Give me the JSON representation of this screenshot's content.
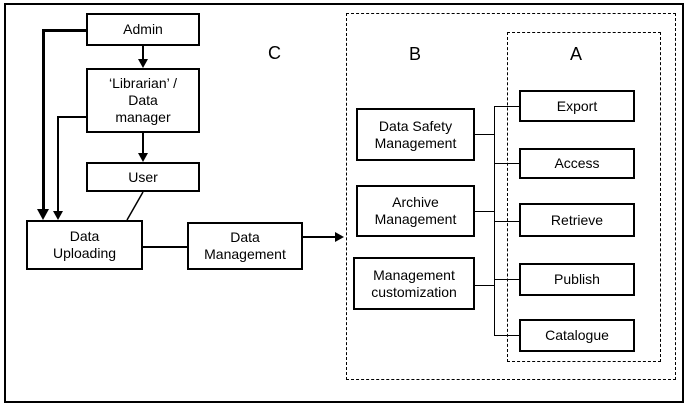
{
  "regions": {
    "c_label": "C",
    "b_label": "B",
    "a_label": "A"
  },
  "nodes": {
    "admin": {
      "label": "Admin"
    },
    "librarian": {
      "label": "‘Librarian’ /\nData\nmanager"
    },
    "user": {
      "label": "User"
    },
    "data_uploading": {
      "label": "Data\nUploading"
    },
    "data_management": {
      "label": "Data\nManagement"
    },
    "data_safety": {
      "label": "Data Safety\nManagement"
    },
    "archive": {
      "label": "Archive\nManagement"
    },
    "customization": {
      "label": "Management\ncustomization"
    },
    "export": {
      "label": "Export"
    },
    "access": {
      "label": "Access"
    },
    "retrieve": {
      "label": "Retrieve"
    },
    "publish": {
      "label": "Publish"
    },
    "catalogue": {
      "label": "Catalogue"
    }
  },
  "colors": {
    "line": "#000000",
    "background": "#ffffff"
  }
}
